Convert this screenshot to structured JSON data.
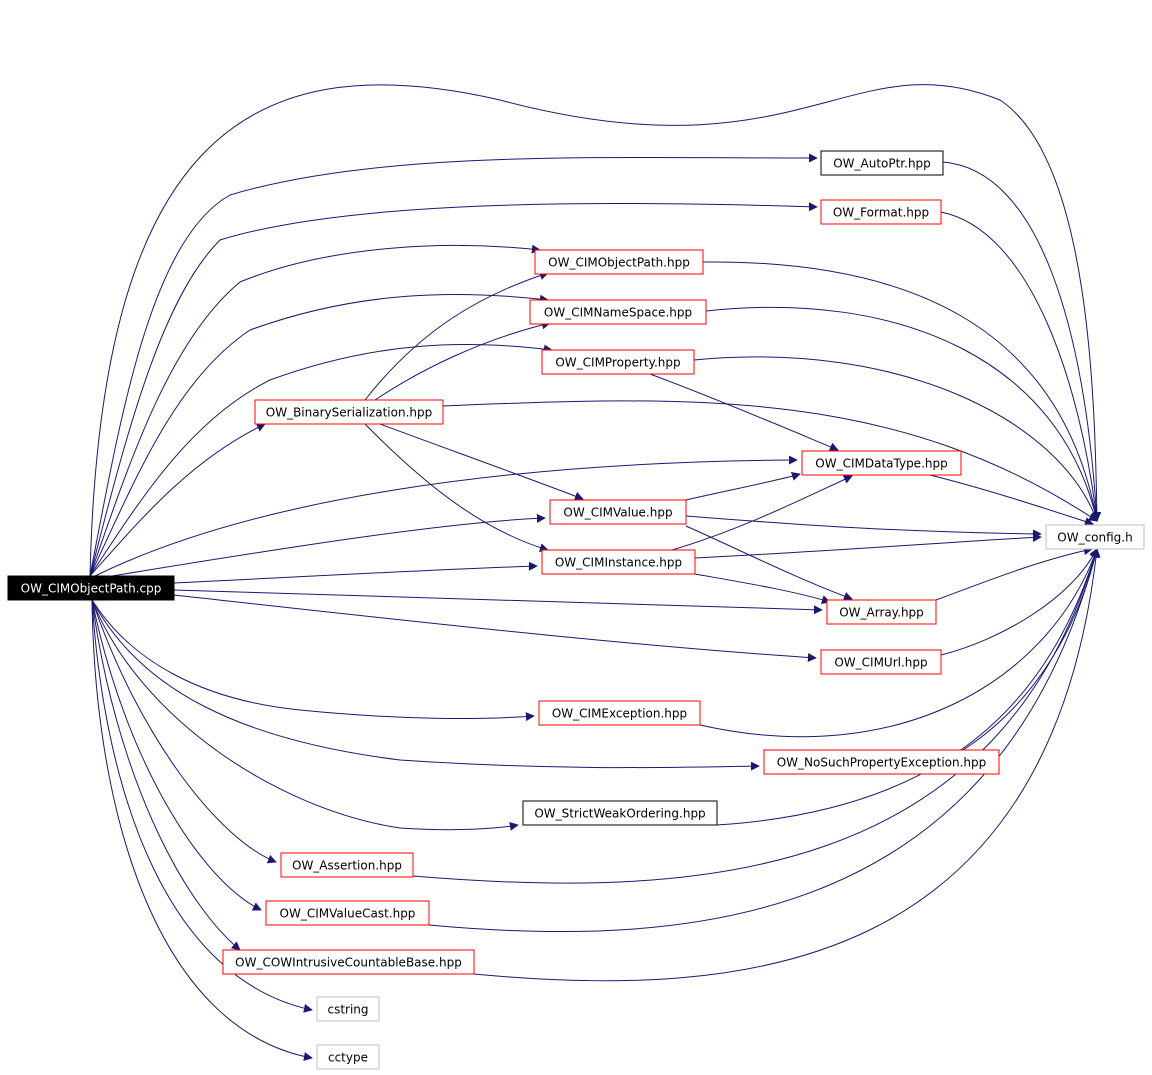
{
  "diagram": {
    "type": "include-dependency-graph",
    "colors": {
      "edge": "#191970",
      "root_fill": "#000000",
      "root_text": "#ffffff",
      "border_documented": "#ff0000",
      "border_undocumented": "#000000",
      "border_external": "#bfbfbf",
      "text": "#000000"
    },
    "nodes": [
      {
        "id": "root",
        "label": "OW_CIMObjectPath.cpp",
        "kind": "root"
      },
      {
        "id": "autoptr",
        "label": "OW_AutoPtr.hpp",
        "kind": "undocumented"
      },
      {
        "id": "format",
        "label": "OW_Format.hpp",
        "kind": "documented"
      },
      {
        "id": "cimobjectpath",
        "label": "OW_CIMObjectPath.hpp",
        "kind": "documented"
      },
      {
        "id": "cimnamespace",
        "label": "OW_CIMNameSpace.hpp",
        "kind": "documented"
      },
      {
        "id": "cimproperty",
        "label": "OW_CIMProperty.hpp",
        "kind": "documented"
      },
      {
        "id": "binser",
        "label": "OW_BinarySerialization.hpp",
        "kind": "documented"
      },
      {
        "id": "cimdatatype",
        "label": "OW_CIMDataType.hpp",
        "kind": "documented"
      },
      {
        "id": "cimvalue",
        "label": "OW_CIMValue.hpp",
        "kind": "documented"
      },
      {
        "id": "config",
        "label": "OW_config.h",
        "kind": "external"
      },
      {
        "id": "ciminstance",
        "label": "OW_CIMInstance.hpp",
        "kind": "documented"
      },
      {
        "id": "array",
        "label": "OW_Array.hpp",
        "kind": "documented"
      },
      {
        "id": "cimurl",
        "label": "OW_CIMUrl.hpp",
        "kind": "documented"
      },
      {
        "id": "cimexception",
        "label": "OW_CIMException.hpp",
        "kind": "documented"
      },
      {
        "id": "nosuchprop",
        "label": "OW_NoSuchPropertyException.hpp",
        "kind": "documented"
      },
      {
        "id": "strictweak",
        "label": "OW_StrictWeakOrdering.hpp",
        "kind": "undocumented"
      },
      {
        "id": "assertion",
        "label": "OW_Assertion.hpp",
        "kind": "documented"
      },
      {
        "id": "cimvaluecast",
        "label": "OW_CIMValueCast.hpp",
        "kind": "documented"
      },
      {
        "id": "cowintrusive",
        "label": "OW_COWIntrusiveCountableBase.hpp",
        "kind": "documented"
      },
      {
        "id": "cstring",
        "label": "cstring",
        "kind": "external"
      },
      {
        "id": "cctype",
        "label": "cctype",
        "kind": "external"
      }
    ],
    "edges": [
      {
        "from": "root",
        "to": "autoptr"
      },
      {
        "from": "root",
        "to": "format"
      },
      {
        "from": "root",
        "to": "cimobjectpath"
      },
      {
        "from": "root",
        "to": "cimnamespace"
      },
      {
        "from": "root",
        "to": "cimproperty"
      },
      {
        "from": "root",
        "to": "binser"
      },
      {
        "from": "root",
        "to": "cimdatatype"
      },
      {
        "from": "root",
        "to": "cimvalue"
      },
      {
        "from": "root",
        "to": "ciminstance"
      },
      {
        "from": "root",
        "to": "array"
      },
      {
        "from": "root",
        "to": "cimurl"
      },
      {
        "from": "root",
        "to": "cimexception"
      },
      {
        "from": "root",
        "to": "nosuchprop"
      },
      {
        "from": "root",
        "to": "strictweak"
      },
      {
        "from": "root",
        "to": "assertion"
      },
      {
        "from": "root",
        "to": "cimvaluecast"
      },
      {
        "from": "root",
        "to": "cowintrusive"
      },
      {
        "from": "root",
        "to": "cstring"
      },
      {
        "from": "root",
        "to": "cctype"
      },
      {
        "from": "root",
        "to": "config"
      },
      {
        "from": "binser",
        "to": "cimobjectpath"
      },
      {
        "from": "binser",
        "to": "cimnamespace"
      },
      {
        "from": "binser",
        "to": "cimvalue"
      },
      {
        "from": "binser",
        "to": "ciminstance"
      },
      {
        "from": "binser",
        "to": "config"
      },
      {
        "from": "cimproperty",
        "to": "cimdatatype"
      },
      {
        "from": "cimvalue",
        "to": "cimdatatype"
      },
      {
        "from": "cimvalue",
        "to": "array"
      },
      {
        "from": "cimvalue",
        "to": "config"
      },
      {
        "from": "ciminstance",
        "to": "cimdatatype"
      },
      {
        "from": "ciminstance",
        "to": "array"
      },
      {
        "from": "ciminstance",
        "to": "config"
      },
      {
        "from": "cimdatatype",
        "to": "config"
      },
      {
        "from": "array",
        "to": "config"
      },
      {
        "from": "cimurl",
        "to": "config"
      },
      {
        "from": "autoptr",
        "to": "config"
      },
      {
        "from": "format",
        "to": "config"
      },
      {
        "from": "cimobjectpath",
        "to": "config"
      },
      {
        "from": "cimnamespace",
        "to": "config"
      },
      {
        "from": "cimproperty",
        "to": "config"
      },
      {
        "from": "cimexception",
        "to": "config"
      },
      {
        "from": "nosuchprop",
        "to": "config"
      },
      {
        "from": "strictweak",
        "to": "config"
      },
      {
        "from": "assertion",
        "to": "config"
      },
      {
        "from": "cimvaluecast",
        "to": "config"
      },
      {
        "from": "cowintrusive",
        "to": "config"
      }
    ]
  }
}
